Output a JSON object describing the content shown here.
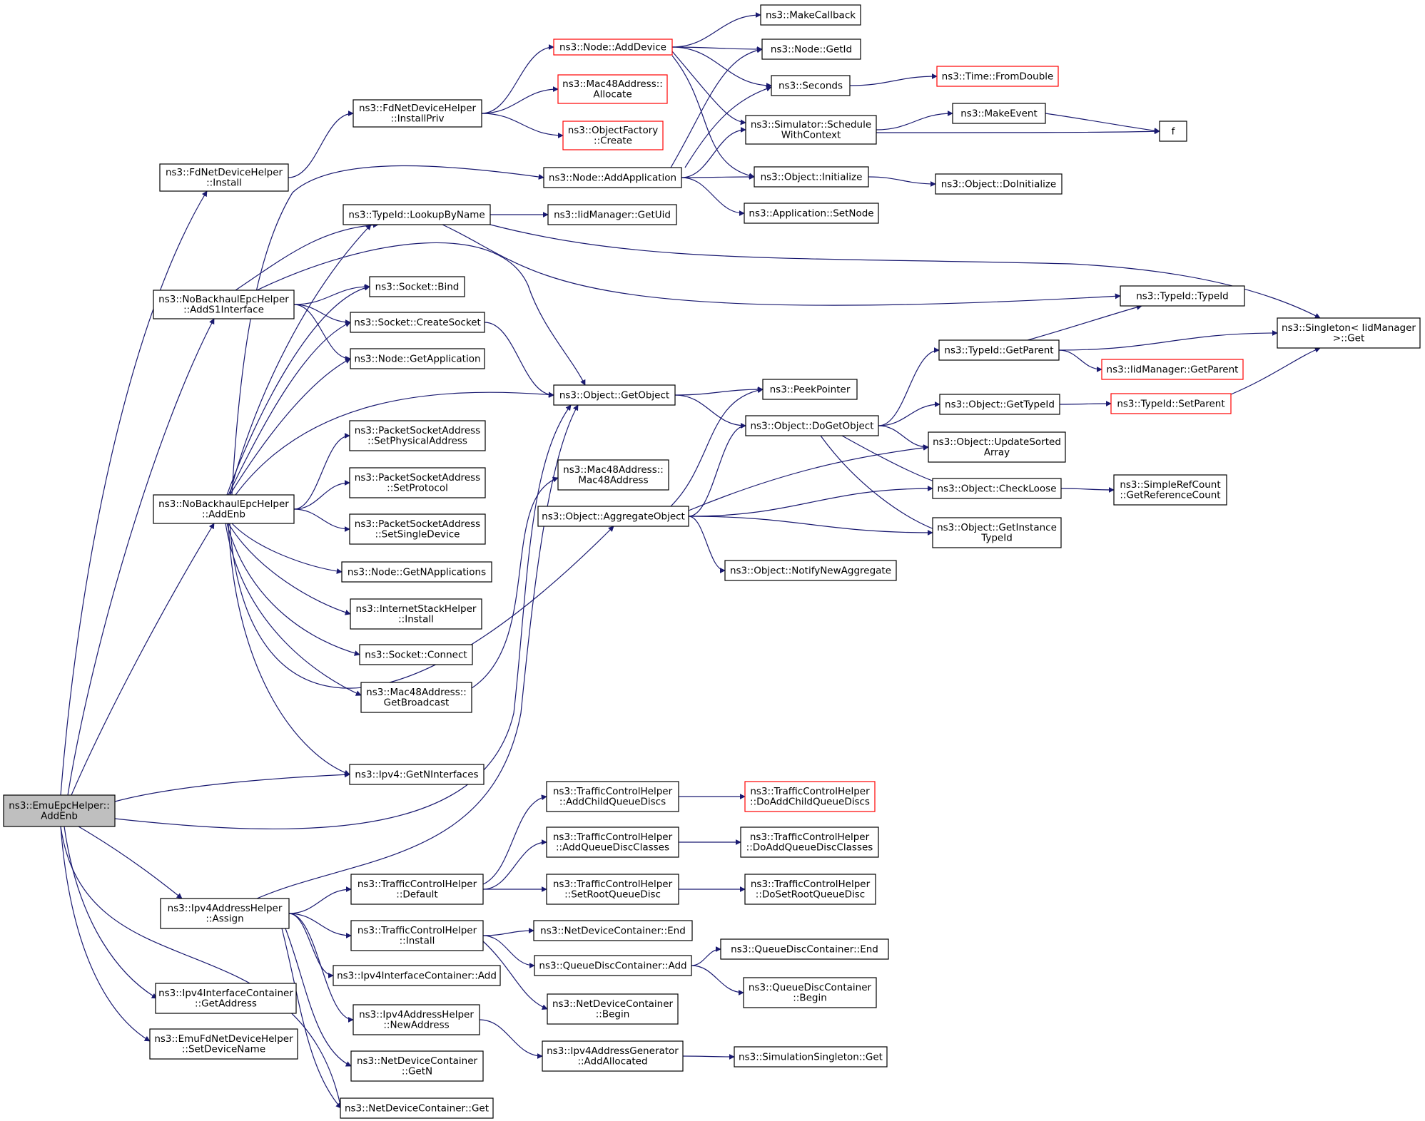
{
  "colors": {
    "edge": "#191970",
    "node_border": "#000000",
    "node_border_truncated": "#ff0000",
    "root_fill": "#bfbfbf",
    "node_fill": "#ffffff"
  },
  "nodes": [
    {
      "id": "root",
      "lines": [
        "ns3::EmuEpcHelper::",
        "AddEnb"
      ],
      "style": "root"
    },
    {
      "id": "fd_install",
      "lines": [
        "ns3::FdNetDeviceHelper",
        "::Install"
      ],
      "style": "normal"
    },
    {
      "id": "fd_installpriv",
      "lines": [
        "ns3::FdNetDeviceHelper",
        "::InstallPriv"
      ],
      "style": "normal"
    },
    {
      "id": "node_adddevice",
      "lines": [
        "ns3::Node::AddDevice"
      ],
      "style": "truncated"
    },
    {
      "id": "makecallback",
      "lines": [
        "ns3::MakeCallback"
      ],
      "style": "normal"
    },
    {
      "id": "node_getid",
      "lines": [
        "ns3::Node::GetId"
      ],
      "style": "normal"
    },
    {
      "id": "seconds",
      "lines": [
        "ns3::Seconds"
      ],
      "style": "normal"
    },
    {
      "id": "time_fromdouble",
      "lines": [
        "ns3::Time::FromDouble"
      ],
      "style": "truncated"
    },
    {
      "id": "mac_allocate",
      "lines": [
        "ns3::Mac48Address::",
        "Allocate"
      ],
      "style": "truncated"
    },
    {
      "id": "objfactory_create",
      "lines": [
        "ns3::ObjectFactory",
        "::Create"
      ],
      "style": "truncated"
    },
    {
      "id": "sim_schedule",
      "lines": [
        "ns3::Simulator::Schedule",
        "WithContext"
      ],
      "style": "normal"
    },
    {
      "id": "makeevent",
      "lines": [
        "ns3::MakeEvent"
      ],
      "style": "normal"
    },
    {
      "id": "f",
      "lines": [
        "f"
      ],
      "style": "normal"
    },
    {
      "id": "node_addapp",
      "lines": [
        "ns3::Node::AddApplication"
      ],
      "style": "normal"
    },
    {
      "id": "obj_initialize",
      "lines": [
        "ns3::Object::Initialize"
      ],
      "style": "normal"
    },
    {
      "id": "obj_doinitialize",
      "lines": [
        "ns3::Object::DoInitialize"
      ],
      "style": "normal"
    },
    {
      "id": "app_setnode",
      "lines": [
        "ns3::Application::SetNode"
      ],
      "style": "normal"
    },
    {
      "id": "typeid_lookup",
      "lines": [
        "ns3::TypeId::LookupByName"
      ],
      "style": "normal"
    },
    {
      "id": "iid_getuid",
      "lines": [
        "ns3::IidManager::GetUid"
      ],
      "style": "normal"
    },
    {
      "id": "nobh_adds1",
      "lines": [
        "ns3::NoBackhaulEpcHelper",
        "::AddS1Interface"
      ],
      "style": "normal"
    },
    {
      "id": "socket_bind",
      "lines": [
        "ns3::Socket::Bind"
      ],
      "style": "normal"
    },
    {
      "id": "socket_create",
      "lines": [
        "ns3::Socket::CreateSocket"
      ],
      "style": "normal"
    },
    {
      "id": "node_getapp",
      "lines": [
        "ns3::Node::GetApplication"
      ],
      "style": "normal"
    },
    {
      "id": "typeid_typeid",
      "lines": [
        "ns3::TypeId::TypeId"
      ],
      "style": "normal"
    },
    {
      "id": "singleton_get",
      "lines": [
        "ns3::Singleton< IidManager",
        ">::Get"
      ],
      "style": "normal"
    },
    {
      "id": "typeid_getparent",
      "lines": [
        "ns3::TypeId::GetParent"
      ],
      "style": "normal"
    },
    {
      "id": "iid_getparent",
      "lines": [
        "ns3::IidManager::GetParent"
      ],
      "style": "truncated"
    },
    {
      "id": "obj_getobject",
      "lines": [
        "ns3::Object::GetObject"
      ],
      "style": "normal"
    },
    {
      "id": "peekpointer",
      "lines": [
        "ns3::PeekPointer"
      ],
      "style": "normal"
    },
    {
      "id": "obj_gettypeid",
      "lines": [
        "ns3::Object::GetTypeId"
      ],
      "style": "normal"
    },
    {
      "id": "typeid_setparent",
      "lines": [
        "ns3::TypeId::SetParent"
      ],
      "style": "truncated"
    },
    {
      "id": "obj_dogetobject",
      "lines": [
        "ns3::Object::DoGetObject"
      ],
      "style": "normal"
    },
    {
      "id": "obj_updatesorted",
      "lines": [
        "ns3::Object::UpdateSorted",
        "Array"
      ],
      "style": "normal"
    },
    {
      "id": "pkt_setphys",
      "lines": [
        "ns3::PacketSocketAddress",
        "::SetPhysicalAddress"
      ],
      "style": "normal"
    },
    {
      "id": "mac_mac48",
      "lines": [
        "ns3::Mac48Address::",
        "Mac48Address"
      ],
      "style": "normal"
    },
    {
      "id": "pkt_setproto",
      "lines": [
        "ns3::PacketSocketAddress",
        "::SetProtocol"
      ],
      "style": "normal"
    },
    {
      "id": "nobh_addenb",
      "lines": [
        "ns3::NoBackhaulEpcHelper",
        "::AddEnb"
      ],
      "style": "normal"
    },
    {
      "id": "obj_aggregate",
      "lines": [
        "ns3::Object::AggregateObject"
      ],
      "style": "normal"
    },
    {
      "id": "obj_checkloose",
      "lines": [
        "ns3::Object::CheckLoose"
      ],
      "style": "normal"
    },
    {
      "id": "simplerefcount",
      "lines": [
        "ns3::SimpleRefCount",
        "::GetReferenceCount"
      ],
      "style": "normal"
    },
    {
      "id": "pkt_setsingle",
      "lines": [
        "ns3::PacketSocketAddress",
        "::SetSingleDevice"
      ],
      "style": "normal"
    },
    {
      "id": "obj_getinstance",
      "lines": [
        "ns3::Object::GetInstance",
        "TypeId"
      ],
      "style": "normal"
    },
    {
      "id": "node_getnapps",
      "lines": [
        "ns3::Node::GetNApplications"
      ],
      "style": "normal"
    },
    {
      "id": "obj_notifynew",
      "lines": [
        "ns3::Object::NotifyNewAggregate"
      ],
      "style": "normal"
    },
    {
      "id": "inet_install",
      "lines": [
        "ns3::InternetStackHelper",
        "::Install"
      ],
      "style": "normal"
    },
    {
      "id": "socket_connect",
      "lines": [
        "ns3::Socket::Connect"
      ],
      "style": "normal"
    },
    {
      "id": "mac_getbroadcast",
      "lines": [
        "ns3::Mac48Address::",
        "GetBroadcast"
      ],
      "style": "normal"
    },
    {
      "id": "ipv4_getninterfaces",
      "lines": [
        "ns3::Ipv4::GetNInterfaces"
      ],
      "style": "normal"
    },
    {
      "id": "tc_addchild",
      "lines": [
        "ns3::TrafficControlHelper",
        "::AddChildQueueDiscs"
      ],
      "style": "normal"
    },
    {
      "id": "tc_doaddchild",
      "lines": [
        "ns3::TrafficControlHelper",
        "::DoAddChildQueueDiscs"
      ],
      "style": "truncated"
    },
    {
      "id": "tc_addclasses",
      "lines": [
        "ns3::TrafficControlHelper",
        "::AddQueueDiscClasses"
      ],
      "style": "normal"
    },
    {
      "id": "tc_doaddclasses",
      "lines": [
        "ns3::TrafficControlHelper",
        "::DoAddQueueDiscClasses"
      ],
      "style": "normal"
    },
    {
      "id": "tc_default",
      "lines": [
        "ns3::TrafficControlHelper",
        "::Default"
      ],
      "style": "normal"
    },
    {
      "id": "tc_setroot",
      "lines": [
        "ns3::TrafficControlHelper",
        "::SetRootQueueDisc"
      ],
      "style": "normal"
    },
    {
      "id": "tc_dosetroot",
      "lines": [
        "ns3::TrafficControlHelper",
        "::DoSetRootQueueDisc"
      ],
      "style": "normal"
    },
    {
      "id": "ipv4addr_assign",
      "lines": [
        "ns3::Ipv4AddressHelper",
        "::Assign"
      ],
      "style": "normal"
    },
    {
      "id": "tc_install",
      "lines": [
        "ns3::TrafficControlHelper",
        "::Install"
      ],
      "style": "normal"
    },
    {
      "id": "ndc_end",
      "lines": [
        "ns3::NetDeviceContainer::End"
      ],
      "style": "normal"
    },
    {
      "id": "qdc_end",
      "lines": [
        "ns3::QueueDiscContainer::End"
      ],
      "style": "normal"
    },
    {
      "id": "qdc_add",
      "lines": [
        "ns3::QueueDiscContainer::Add"
      ],
      "style": "normal"
    },
    {
      "id": "ipv4ic_add",
      "lines": [
        "ns3::Ipv4InterfaceContainer::Add"
      ],
      "style": "normal"
    },
    {
      "id": "qdc_begin",
      "lines": [
        "ns3::QueueDiscContainer",
        "::Begin"
      ],
      "style": "normal"
    },
    {
      "id": "ipv4ic_getaddr",
      "lines": [
        "ns3::Ipv4InterfaceContainer",
        "::GetAddress"
      ],
      "style": "normal"
    },
    {
      "id": "ndc_begin",
      "lines": [
        "ns3::NetDeviceContainer",
        "::Begin"
      ],
      "style": "normal"
    },
    {
      "id": "ipv4addr_newaddr",
      "lines": [
        "ns3::Ipv4AddressHelper",
        "::NewAddress"
      ],
      "style": "normal"
    },
    {
      "id": "emufd_setdevname",
      "lines": [
        "ns3::EmuFdNetDeviceHelper",
        "::SetDeviceName"
      ],
      "style": "normal"
    },
    {
      "id": "ipv4gen_addalloc",
      "lines": [
        "ns3::Ipv4AddressGenerator",
        "::AddAllocated"
      ],
      "style": "normal"
    },
    {
      "id": "simsingleton_get",
      "lines": [
        "ns3::SimulationSingleton::Get"
      ],
      "style": "normal"
    },
    {
      "id": "ndc_getn",
      "lines": [
        "ns3::NetDeviceContainer",
        "::GetN"
      ],
      "style": "normal"
    },
    {
      "id": "ndc_get",
      "lines": [
        "ns3::NetDeviceContainer::Get"
      ],
      "style": "normal"
    }
  ],
  "edges": [
    [
      "root",
      "fd_install"
    ],
    [
      "root",
      "nobh_adds1"
    ],
    [
      "root",
      "nobh_addenb"
    ],
    [
      "root",
      "ipv4_getninterfaces"
    ],
    [
      "root",
      "obj_getobject"
    ],
    [
      "root",
      "ipv4addr_assign"
    ],
    [
      "root",
      "ipv4ic_getaddr"
    ],
    [
      "root",
      "emufd_setdevname"
    ],
    [
      "root",
      "ndc_get"
    ],
    [
      "fd_install",
      "fd_installpriv"
    ],
    [
      "fd_installpriv",
      "node_adddevice"
    ],
    [
      "fd_installpriv",
      "mac_allocate"
    ],
    [
      "fd_installpriv",
      "objfactory_create"
    ],
    [
      "node_adddevice",
      "makecallback"
    ],
    [
      "node_adddevice",
      "node_getid"
    ],
    [
      "node_adddevice",
      "seconds"
    ],
    [
      "node_adddevice",
      "sim_schedule"
    ],
    [
      "node_adddevice",
      "obj_initialize"
    ],
    [
      "seconds",
      "time_fromdouble"
    ],
    [
      "sim_schedule",
      "makeevent"
    ],
    [
      "sim_schedule",
      "f"
    ],
    [
      "makeevent",
      "f"
    ],
    [
      "node_addapp",
      "node_getid"
    ],
    [
      "node_addapp",
      "seconds"
    ],
    [
      "node_addapp",
      "sim_schedule"
    ],
    [
      "node_addapp",
      "obj_initialize"
    ],
    [
      "node_addapp",
      "app_setnode"
    ],
    [
      "obj_initialize",
      "obj_doinitialize"
    ],
    [
      "typeid_lookup",
      "iid_getuid"
    ],
    [
      "typeid_lookup",
      "singleton_get"
    ],
    [
      "typeid_lookup",
      "typeid_typeid"
    ],
    [
      "nobh_adds1",
      "typeid_lookup"
    ],
    [
      "nobh_adds1",
      "socket_bind"
    ],
    [
      "nobh_adds1",
      "socket_create"
    ],
    [
      "nobh_adds1",
      "node_getapp"
    ],
    [
      "nobh_adds1",
      "obj_getobject"
    ],
    [
      "socket_create",
      "obj_getobject"
    ],
    [
      "obj_getobject",
      "peekpointer"
    ],
    [
      "obj_getobject",
      "obj_dogetobject"
    ],
    [
      "obj_dogetobject",
      "typeid_getparent"
    ],
    [
      "obj_dogetobject",
      "obj_gettypeid"
    ],
    [
      "obj_dogetobject",
      "obj_updatesorted"
    ],
    [
      "obj_dogetobject",
      "obj_checkloose"
    ],
    [
      "obj_dogetobject",
      "obj_getinstance"
    ],
    [
      "typeid_getparent",
      "typeid_typeid"
    ],
    [
      "typeid_getparent",
      "singleton_get"
    ],
    [
      "typeid_getparent",
      "iid_getparent"
    ],
    [
      "obj_gettypeid",
      "typeid_setparent"
    ],
    [
      "typeid_setparent",
      "singleton_get"
    ],
    [
      "obj_checkloose",
      "simplerefcount"
    ],
    [
      "obj_aggregate",
      "peekpointer"
    ],
    [
      "obj_aggregate",
      "obj_dogetobject"
    ],
    [
      "obj_aggregate",
      "obj_updatesorted"
    ],
    [
      "obj_aggregate",
      "obj_checkloose"
    ],
    [
      "obj_aggregate",
      "obj_getinstance"
    ],
    [
      "obj_aggregate",
      "obj_notifynew"
    ],
    [
      "nobh_addenb",
      "node_addapp"
    ],
    [
      "nobh_addenb",
      "typeid_lookup"
    ],
    [
      "nobh_addenb",
      "socket_bind"
    ],
    [
      "nobh_addenb",
      "socket_create"
    ],
    [
      "nobh_addenb",
      "node_getapp"
    ],
    [
      "nobh_addenb",
      "obj_getobject"
    ],
    [
      "nobh_addenb",
      "pkt_setphys"
    ],
    [
      "nobh_addenb",
      "pkt_setproto"
    ],
    [
      "nobh_addenb",
      "pkt_setsingle"
    ],
    [
      "nobh_addenb",
      "node_getnapps"
    ],
    [
      "nobh_addenb",
      "inet_install"
    ],
    [
      "nobh_addenb",
      "socket_connect"
    ],
    [
      "nobh_addenb",
      "mac_getbroadcast"
    ],
    [
      "nobh_addenb",
      "ipv4_getninterfaces"
    ],
    [
      "nobh_addenb",
      "obj_aggregate"
    ],
    [
      "mac_getbroadcast",
      "mac_mac48"
    ],
    [
      "ipv4addr_assign",
      "obj_getobject"
    ],
    [
      "ipv4addr_assign",
      "tc_default"
    ],
    [
      "ipv4addr_assign",
      "tc_install"
    ],
    [
      "ipv4addr_assign",
      "ipv4ic_add"
    ],
    [
      "ipv4addr_assign",
      "ipv4addr_newaddr"
    ],
    [
      "ipv4addr_assign",
      "ndc_getn"
    ],
    [
      "ipv4addr_assign",
      "ndc_get"
    ],
    [
      "tc_default",
      "tc_addchild"
    ],
    [
      "tc_default",
      "tc_addclasses"
    ],
    [
      "tc_default",
      "tc_setroot"
    ],
    [
      "tc_addchild",
      "tc_doaddchild"
    ],
    [
      "tc_addclasses",
      "tc_doaddclasses"
    ],
    [
      "tc_setroot",
      "tc_dosetroot"
    ],
    [
      "tc_install",
      "ndc_end"
    ],
    [
      "tc_install",
      "qdc_add"
    ],
    [
      "tc_install",
      "ndc_begin"
    ],
    [
      "qdc_add",
      "qdc_end"
    ],
    [
      "qdc_add",
      "qdc_begin"
    ],
    [
      "ipv4addr_newaddr",
      "ipv4gen_addalloc"
    ],
    [
      "ipv4gen_addalloc",
      "simsingleton_get"
    ]
  ]
}
